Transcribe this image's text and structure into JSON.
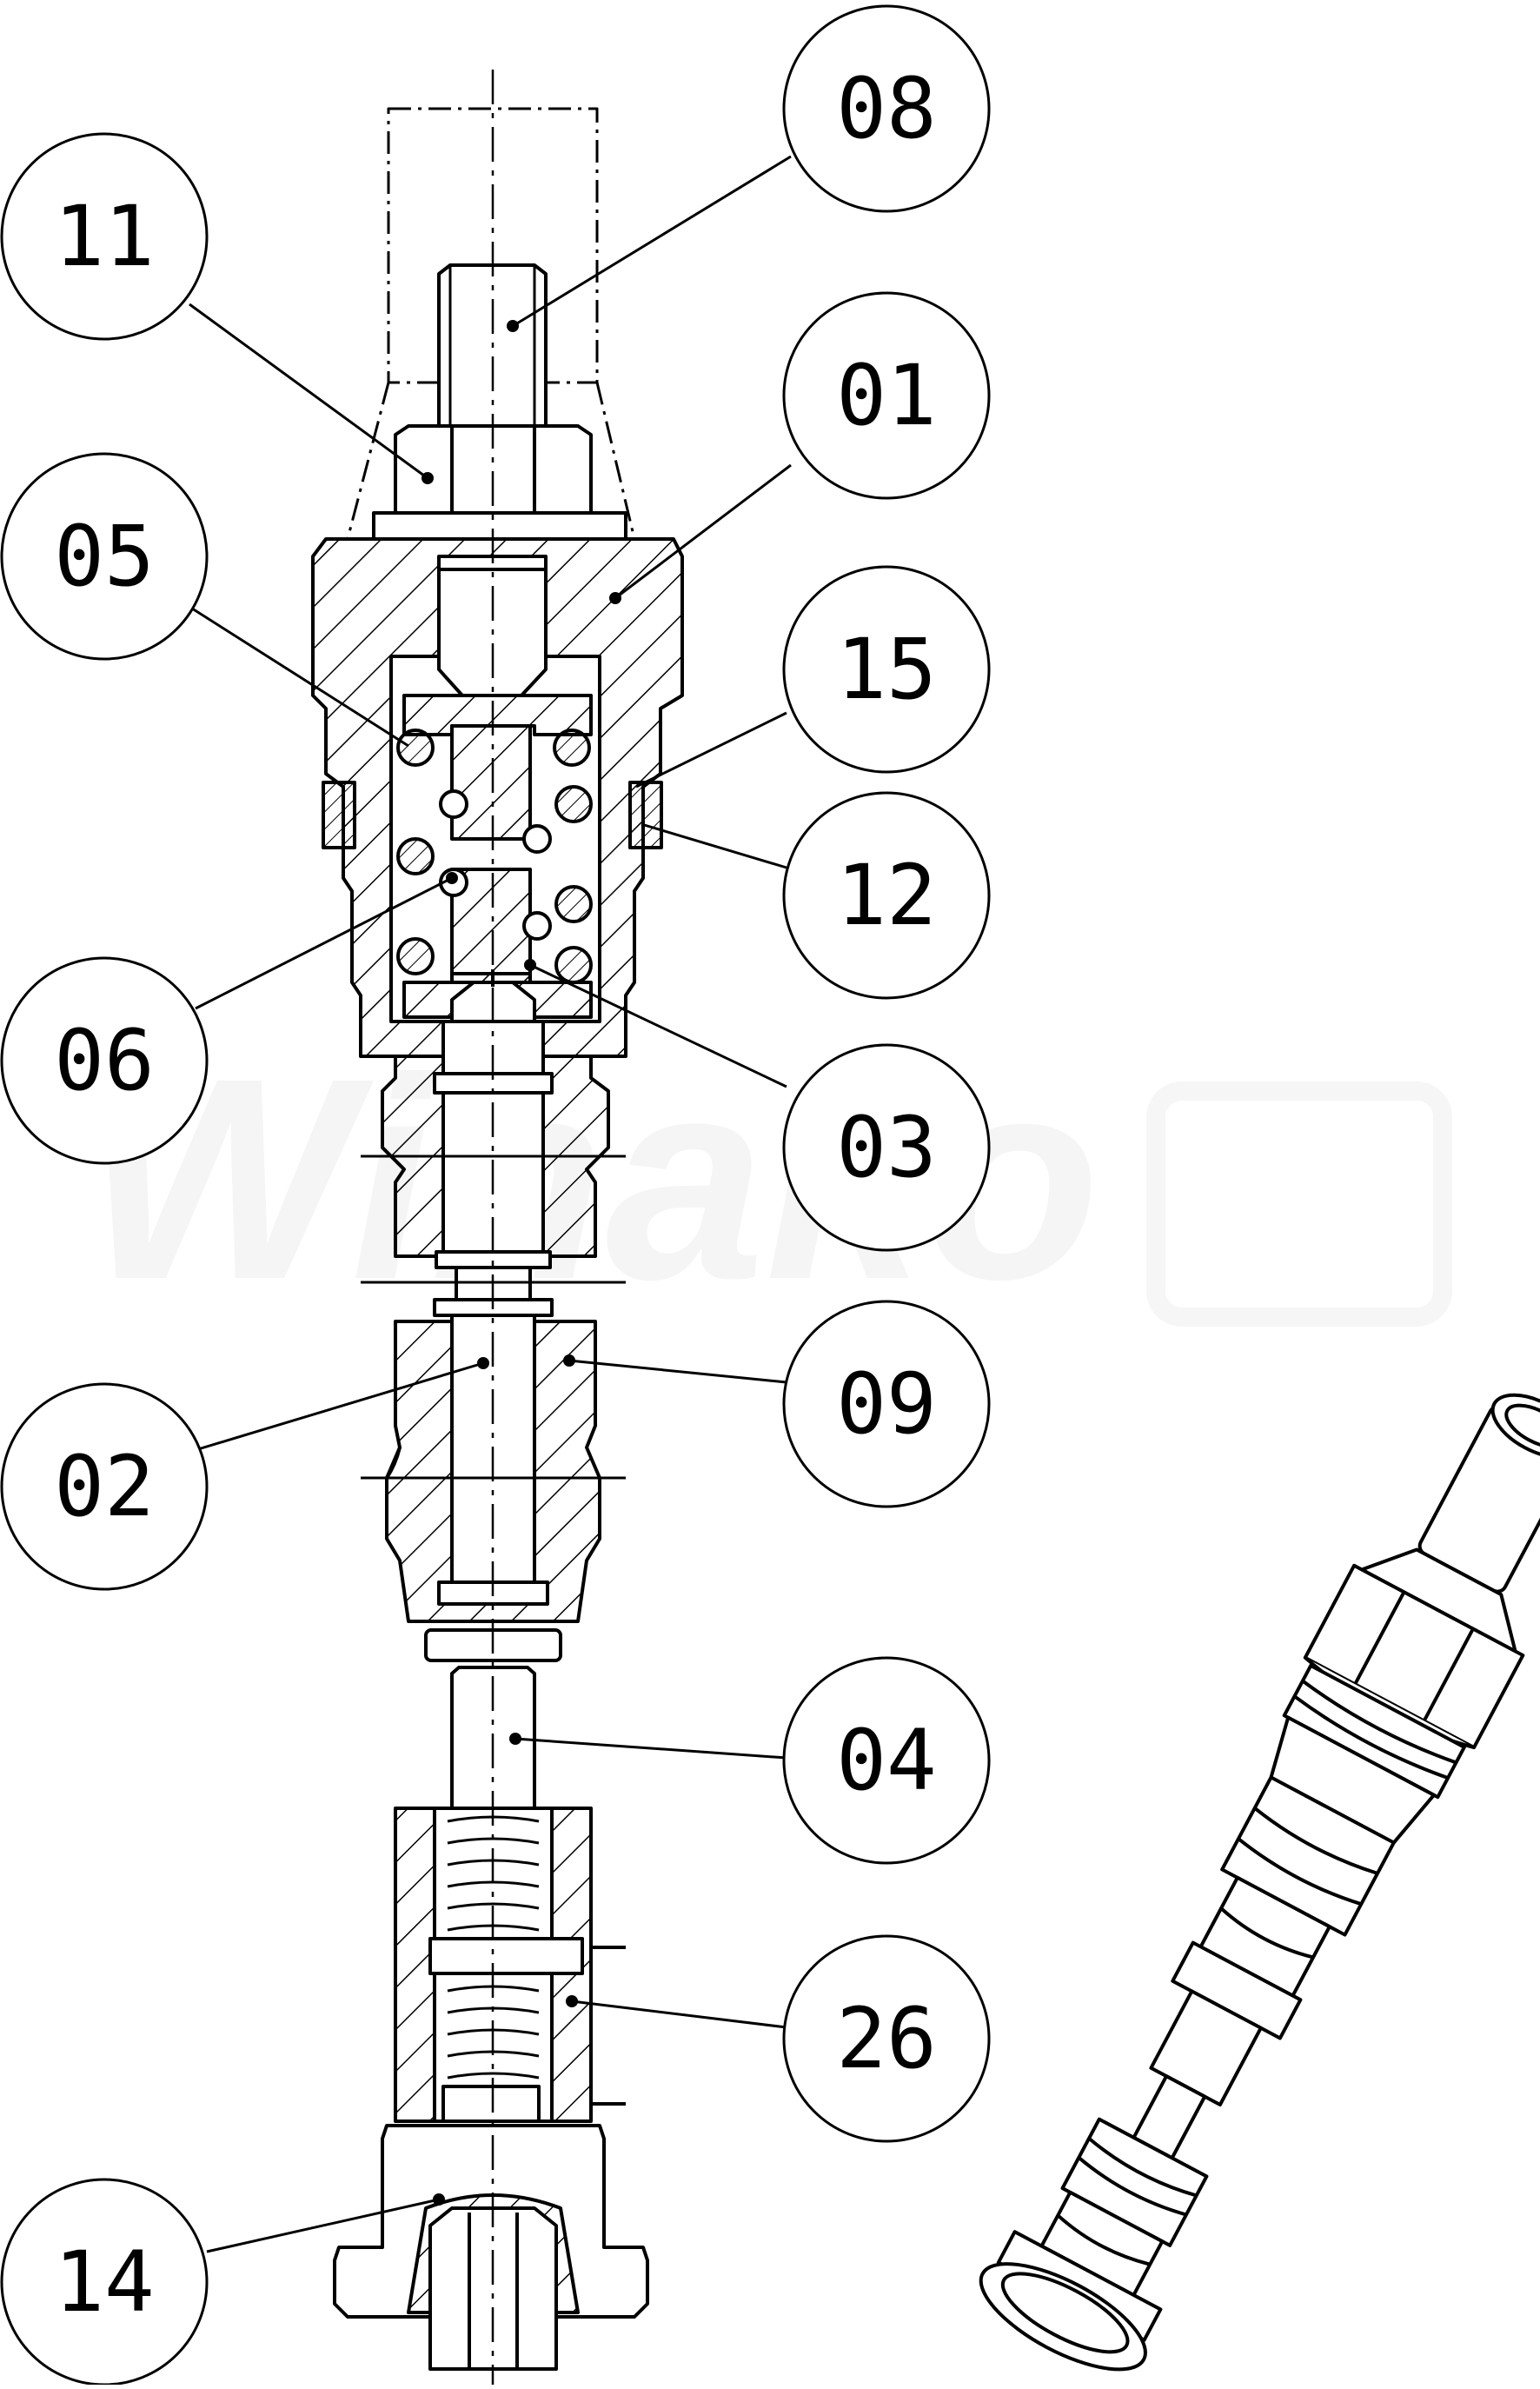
{
  "watermark": "Winako",
  "callouts": [
    {
      "id": "08",
      "label": "08"
    },
    {
      "id": "11",
      "label": "11"
    },
    {
      "id": "01",
      "label": "01"
    },
    {
      "id": "05",
      "label": "05"
    },
    {
      "id": "15",
      "label": "15"
    },
    {
      "id": "12",
      "label": "12"
    },
    {
      "id": "06",
      "label": "06"
    },
    {
      "id": "03",
      "label": "03"
    },
    {
      "id": "09",
      "label": "09"
    },
    {
      "id": "02",
      "label": "02"
    },
    {
      "id": "04",
      "label": "04"
    },
    {
      "id": "26",
      "label": "26"
    },
    {
      "id": "14",
      "label": "14"
    }
  ],
  "colors": {
    "line": "#000000",
    "background": "#ffffff"
  }
}
